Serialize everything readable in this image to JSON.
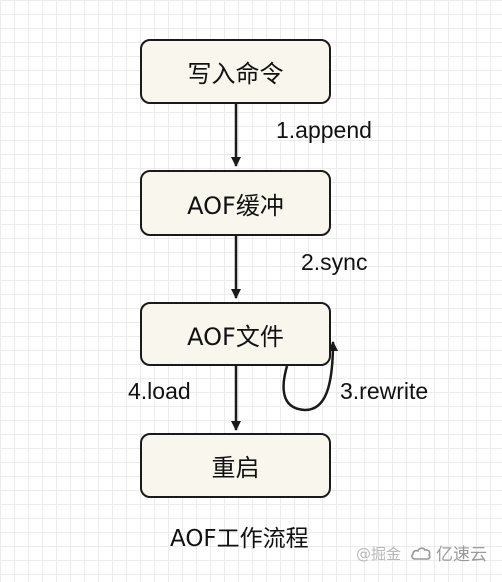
{
  "diagram": {
    "nodes": {
      "write_command": "写入命令",
      "aof_buffer": "AOF缓冲",
      "aof_file": "AOF文件",
      "restart": "重启"
    },
    "edges": {
      "append": "1.append",
      "sync": "2.sync",
      "rewrite": "3.rewrite",
      "load": "4.load"
    },
    "caption": "AOF工作流程"
  },
  "watermark": {
    "left_text": "@掘金",
    "right_text": "亿速云",
    "logo_icon": "cloud-logo-icon"
  },
  "colors": {
    "node_fill": "#f9f7ed",
    "stroke": "#1a1a1a",
    "grid": "#ececec"
  }
}
